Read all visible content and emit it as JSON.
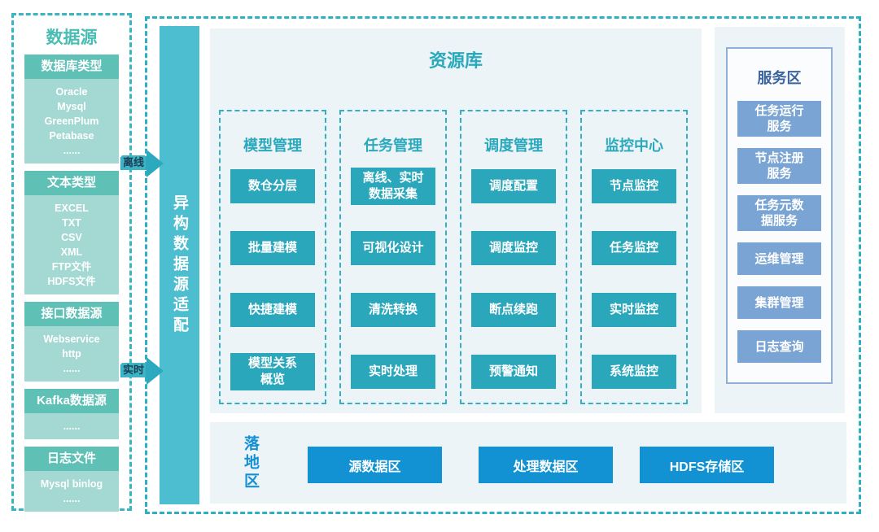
{
  "colors": {
    "teal_accent": "#2ba7bc",
    "teal_bar": "#4dbecf",
    "teal_header": "#5fc0b6",
    "teal_body": "#a3d9d2",
    "dashed_border": "#2fb0c2",
    "panel_bg": "#ecf4f8",
    "blue_button": "#1292d2",
    "steel_button": "#7aa4d4",
    "navy_title": "#3a639f"
  },
  "datasources": {
    "title": "数据源",
    "groups": [
      {
        "header": "数据库类型",
        "items": [
          "Oracle",
          "Mysql",
          "GreenPlum",
          "Petabase",
          "......"
        ]
      },
      {
        "header": "文本类型",
        "items": [
          "EXCEL",
          "TXT",
          "CSV",
          "XML",
          "FTP文件",
          "HDFS文件"
        ]
      },
      {
        "header": "接口数据源",
        "items": [
          "Webservice",
          "http",
          "......"
        ]
      },
      {
        "header": "Kafka数据源",
        "items": [
          "......"
        ]
      },
      {
        "header": "日志文件",
        "items": [
          "Mysql binlog",
          "......"
        ]
      }
    ]
  },
  "arrows": [
    {
      "label": "离线"
    },
    {
      "label": "实时"
    }
  ],
  "adapter": {
    "title": "异构数据源适配"
  },
  "resource": {
    "title": "资源库",
    "columns": [
      {
        "header": "模型管理",
        "items": [
          "数仓分层",
          "批量建模",
          "快捷建模",
          "模型关系\n概览"
        ]
      },
      {
        "header": "任务管理",
        "items": [
          "离线、实时\n数据采集",
          "可视化设计",
          "清洗转换",
          "实时处理"
        ]
      },
      {
        "header": "调度管理",
        "items": [
          "调度配置",
          "调度监控",
          "断点续跑",
          "预警通知"
        ]
      },
      {
        "header": "监控中心",
        "items": [
          "节点监控",
          "任务监控",
          "实时监控",
          "系统监控"
        ]
      }
    ]
  },
  "services": {
    "title": "服务区",
    "items": [
      "任务运行\n服务",
      "节点注册\n服务",
      "任务元数\n据服务",
      "运维管理",
      "集群管理",
      "日志查询"
    ]
  },
  "landing": {
    "title": "落地区",
    "items": [
      "源数据区",
      "处理数据区",
      "HDFS存储区"
    ]
  }
}
